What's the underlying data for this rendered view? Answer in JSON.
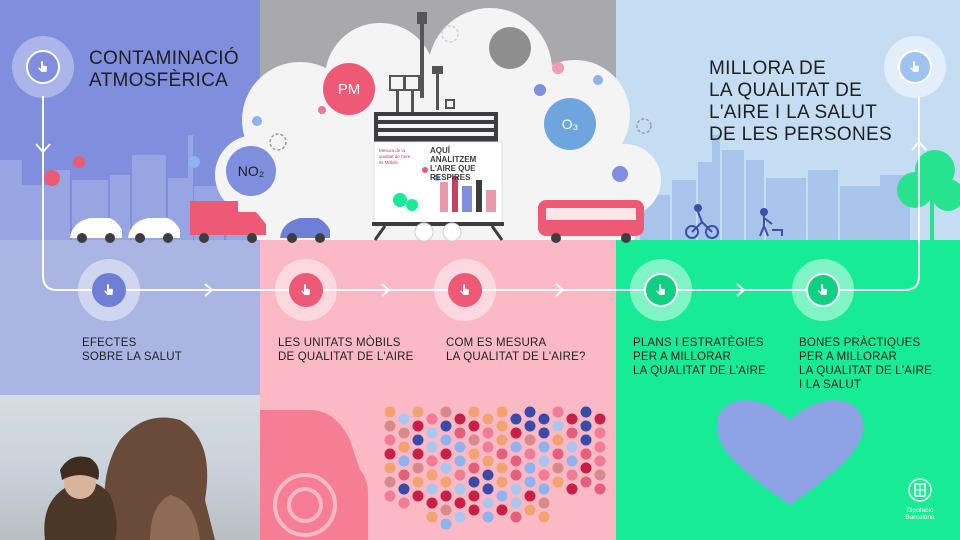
{
  "colors": {
    "blue_panel_top": "#7f8edd",
    "blue_panel_bottom": "#aab5e4",
    "gray_panel": "#a9a9ad",
    "lightblue_panel": "#c5ddf3",
    "pink_panel": "#fbb9c6",
    "green_panel": "#18eb96",
    "accent_pink": "#ee5a76",
    "accent_blue": "#6f7fd6"
  },
  "sections": {
    "left_title": "CONTAMINACIÓ\nATMOSFÈRICA",
    "right_title": "MILLORA DE\nLA QUALITAT DE\nL'AIRE I LA SALUT\nDE LES PERSONES"
  },
  "pollutants": {
    "pm": "PM",
    "no2": "NO₂",
    "o3": "O₃"
  },
  "poster": {
    "small_text": "Mesura de la\nqualitat de l'aire\nits Mòbils",
    "big_text": "AQUÍ\nANALITZEM\nL'AIRE QUE\nRESPIRES"
  },
  "steps": [
    {
      "icon": "touch-icon",
      "label": "EFECTES\nSOBRE LA SALUT"
    },
    {
      "icon": "touch-icon",
      "label": "LES UNITATS MÒBILS\nDE QUALITAT DE L'AIRE"
    },
    {
      "icon": "touch-icon",
      "label": "COM ES MESURA\nLA QUALITAT DE L'AIRE?"
    },
    {
      "icon": "touch-icon",
      "label": "PLANS I ESTRATÈGIES\nPER A MILLORAR\nLA QUALITAT DE L'AIRE"
    },
    {
      "icon": "touch-icon",
      "label": "BONES PRÀCTIQUES\nPER A MILLORAR\nLA QUALITAT DE L'AIRE\nI LA SALUT"
    }
  ],
  "logo": {
    "line1": "Diputació",
    "line2": "Barcelona"
  }
}
